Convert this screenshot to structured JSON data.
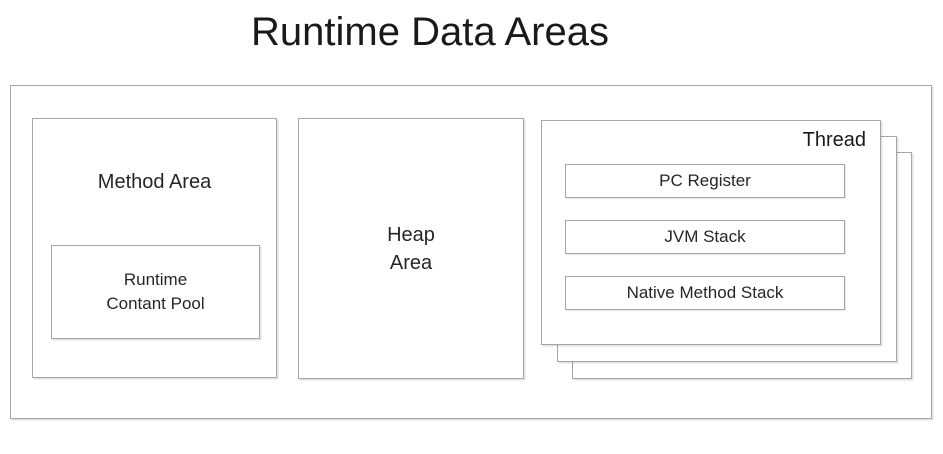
{
  "title": "Runtime Data Areas",
  "diagram": {
    "method_area": {
      "label": "Method Area",
      "runtime_constant_pool": {
        "lines": [
          "Runtime",
          "Contant Pool"
        ]
      }
    },
    "heap_area": {
      "lines": [
        "Heap",
        "Area"
      ]
    },
    "thread": {
      "label": "Thread",
      "items": [
        "PC Register",
        "JVM Stack",
        "Native Method Stack"
      ]
    }
  },
  "colors": {
    "box_border": "#a6a6a6",
    "text": "#262626",
    "title_text": "#1a1a1a",
    "background": "#ffffff"
  }
}
